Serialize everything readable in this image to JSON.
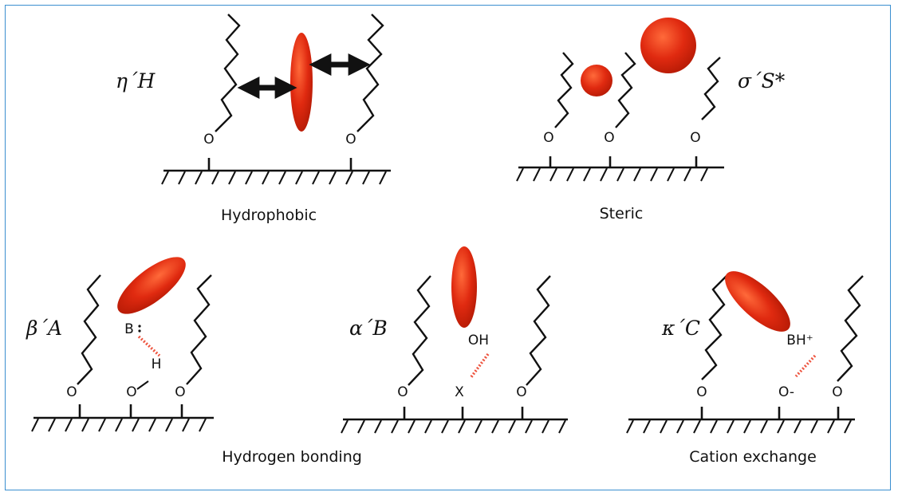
{
  "colors": {
    "frame_border": "#3a8fd0",
    "analyte_red": "#e02a10",
    "analyte_highlight": "#ff6a3a",
    "hbond_dash": "#ee5540",
    "line": "#111111"
  },
  "panels": {
    "hydrophobic": {
      "caption": "Hydrophobic",
      "symbol": "η΄H",
      "atoms": [
        "O",
        "O"
      ]
    },
    "steric": {
      "caption": "Steric",
      "symbol": "σ΄S*",
      "atoms": [
        "O",
        "O",
        "O"
      ]
    },
    "hbond_acid": {
      "symbol": "β΄A",
      "atoms": [
        "B",
        "H",
        "O",
        "O",
        "O"
      ]
    },
    "hbond_base": {
      "symbol": "α΄B",
      "atoms": [
        "OH",
        "X",
        "O",
        "O"
      ]
    },
    "hydrogen_bonding": {
      "caption": "Hydrogen bonding"
    },
    "cation_exchange": {
      "caption": "Cation exchange",
      "symbol": "κ΄C",
      "atoms": [
        "BH⁺",
        "O",
        "O-",
        "O"
      ]
    }
  }
}
